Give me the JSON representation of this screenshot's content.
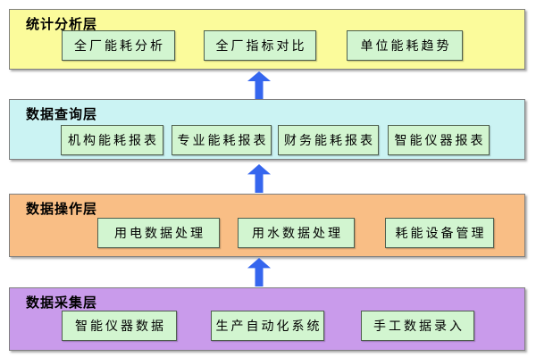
{
  "diagram": {
    "type": "layered-architecture",
    "flow_direction": "bottom-to-top",
    "layers": [
      {
        "id": "statistics",
        "title": "统计分析层",
        "color": "#fbfb9b",
        "boxes": [
          "全厂能耗分析",
          "全厂指标对比",
          "单位能耗趋势"
        ]
      },
      {
        "id": "query",
        "title": "数据查询层",
        "color": "#cbf3f3",
        "boxes": [
          "机构能耗报表",
          "专业能耗报表",
          "财务能耗报表",
          "智能仪器报表"
        ]
      },
      {
        "id": "operation",
        "title": "数据操作层",
        "color": "#f9be85",
        "boxes": [
          "用电数据处理",
          "用水数据处理",
          "耗能设备管理"
        ]
      },
      {
        "id": "collection",
        "title": "数据采集层",
        "color": "#c99beb",
        "boxes": [
          "智能仪器数据",
          "生产自动化系统",
          "手工数据录入"
        ]
      }
    ],
    "box_fill_color": "#d2f5d0",
    "box_border_color": "#4e5f4e",
    "arrow_color": "#3566ee",
    "arrow_count": 3
  }
}
